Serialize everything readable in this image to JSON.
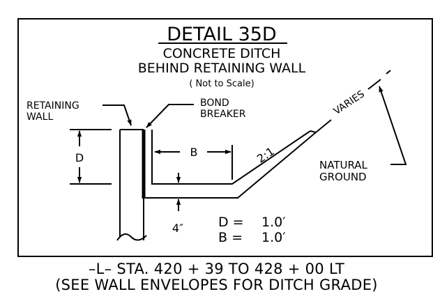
{
  "detail": {
    "title": "DETAIL 35D",
    "subtitle_line1": "CONCRETE DITCH",
    "subtitle_line2": "BEHIND RETAINING WALL",
    "scale_note": "( Not to Scale)"
  },
  "labels": {
    "retaining_wall_1": "RETAINING",
    "retaining_wall_2": "WALL",
    "bond_breaker_1": "BOND",
    "bond_breaker_2": "BREAKER",
    "dim_d": "D",
    "dim_b": "B",
    "slope": "2:1",
    "varies": "VARIES",
    "natural_ground_1": "NATURAL",
    "natural_ground_2": "GROUND",
    "thickness": "4″"
  },
  "values": {
    "d_label": "D =",
    "d_value": "1.0′",
    "b_label": "B =",
    "b_value": "1.0′"
  },
  "footer": {
    "line1": "–L– STA. 420 + 39  TO  428 + 00  LT",
    "line2": "(SEE WALL ENVELOPES FOR DITCH  GRADE)"
  }
}
